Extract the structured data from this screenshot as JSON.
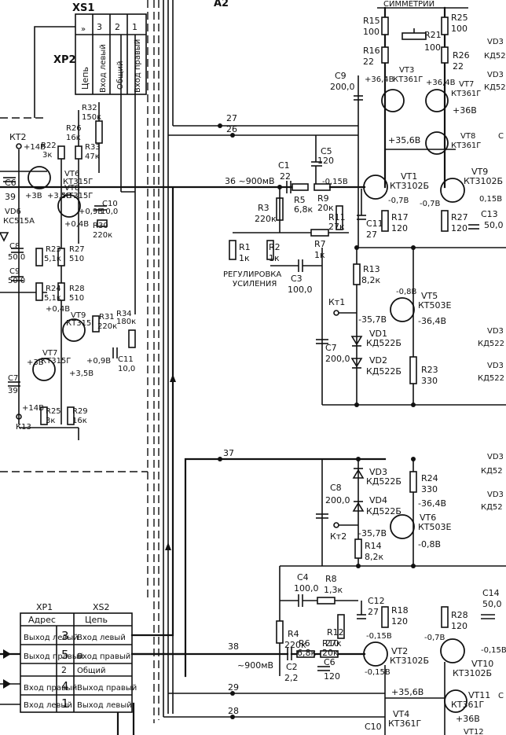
{
  "connectors": {
    "xs1_title": "XS1",
    "xp2_title": "XP2",
    "xs1_cols": [
      "Цепь",
      "Вход левый",
      "Общий",
      "Вход правый"
    ],
    "xs1_pins": [
      "3",
      "2",
      "1"
    ],
    "xp1_title": "XP1",
    "xs2_title": "XS2",
    "xp1_header_left": "Адрес",
    "xp1_header_right": "Цепь",
    "xp1_rows": [
      {
        "left": "Выход левый",
        "pin": "3",
        "right": "Вход левый"
      },
      {
        "left": "Выход правый",
        "pin": "5",
        "right": "Вход правый"
      },
      {
        "left": "",
        "pin": "2",
        "right": "Общий"
      },
      {
        "left": "Вход правый",
        "pin": "4",
        "right": "Выход правый"
      },
      {
        "left": "Вход левый",
        "pin": "1",
        "right": "Выход левый"
      }
    ]
  },
  "labels": {
    "board": "A2",
    "symmetry": "СИММЕТРИЙ",
    "gain_control": "РЕГУЛИРОВКА",
    "gain_control_2": "УСИЛЕНИЯ",
    "kt1": "Кт1",
    "kt2": "Кт2",
    "kt2_left": "КТ2",
    "k13": "К13",
    "wire_27": "27",
    "wire_26": "26",
    "wire_36": "36 ~900мВ",
    "wire_37": "37",
    "wire_38": "38",
    "wire_38b": "~900мВ",
    "wire_29": "29",
    "wire_28": "28"
  },
  "components": [
    {
      "ref": "R15",
      "val": "100"
    },
    {
      "ref": "R25",
      "val": "100"
    },
    {
      "ref": "R21",
      "val": "100"
    },
    {
      "ref": "R16",
      "val": "22"
    },
    {
      "ref": "R26",
      "val": "22"
    },
    {
      "ref": "VT3",
      "val": "КТ361Г"
    },
    {
      "ref": "VT7",
      "val": "КТ361Г"
    },
    {
      "ref": "C9",
      "val": "200,0"
    },
    {
      "ref": "VT8",
      "val": "КТ361Г"
    },
    {
      "ref": "C5",
      "val": "120"
    },
    {
      "ref": "C1",
      "val": "22"
    },
    {
      "ref": "R5",
      "val": "6,8к"
    },
    {
      "ref": "R9",
      "val": "20к"
    },
    {
      "ref": "R3",
      "val": "220к"
    },
    {
      "ref": "VT1",
      "val": "КТ3102Б"
    },
    {
      "ref": "VT9",
      "val": "КТ3102Б"
    },
    {
      "ref": "R11",
      "val": "27к"
    },
    {
      "ref": "C11",
      "val": "27"
    },
    {
      "ref": "R17",
      "val": "120"
    },
    {
      "ref": "R27",
      "val": "120"
    },
    {
      "ref": "C13",
      "val": "50,0"
    },
    {
      "ref": "R1",
      "val": "1к"
    },
    {
      "ref": "R2",
      "val": "1к"
    },
    {
      "ref": "R7",
      "val": "1к"
    },
    {
      "ref": "C3",
      "val": "100,0"
    },
    {
      "ref": "R13",
      "val": "8,2к"
    },
    {
      "ref": "VT5",
      "val": "КТ503Е"
    },
    {
      "ref": "VD1",
      "val": "КД522Б"
    },
    {
      "ref": "VD2",
      "val": "КД522Б"
    },
    {
      "ref": "C7",
      "val": "200,0"
    },
    {
      "ref": "R23",
      "val": "330"
    },
    {
      "ref": "R24",
      "val": "330"
    },
    {
      "ref": "VD3",
      "val": "КД522Б"
    },
    {
      "ref": "VD4",
      "val": "КД522Б"
    },
    {
      "ref": "C8",
      "val": "200,0"
    },
    {
      "ref": "VT6",
      "val": "КТ503Е"
    },
    {
      "ref": "R14",
      "val": "8,2к"
    },
    {
      "ref": "C4",
      "val": "100,0"
    },
    {
      "ref": "R8",
      "val": "1,3к"
    },
    {
      "ref": "C12",
      "val": "27"
    },
    {
      "ref": "R4",
      "val": "220к"
    },
    {
      "ref": "R12",
      "val": "27к"
    },
    {
      "ref": "R18",
      "val": "120"
    },
    {
      "ref": "R28",
      "val": "120"
    },
    {
      "ref": "C14",
      "val": "50,0"
    },
    {
      "ref": "R6",
      "val": "6,8к"
    },
    {
      "ref": "R10",
      "val": "20к"
    },
    {
      "ref": "VT2",
      "val": "КТ3102Б"
    },
    {
      "ref": "VT10",
      "val": "КТ3102Б"
    },
    {
      "ref": "C2",
      "val": "2,2"
    },
    {
      "ref": "C6",
      "val": "120"
    },
    {
      "ref": "VT11",
      "val": "КТ361Г"
    },
    {
      "ref": "VT4",
      "val": "КТ361Г"
    },
    {
      "ref": "C10",
      "val": ""
    },
    {
      "ref": "R32",
      "val": "150к"
    },
    {
      "ref": "R26",
      "val": "16к"
    },
    {
      "ref": "R22",
      "val": "3к"
    },
    {
      "ref": "R33",
      "val": "47к"
    },
    {
      "ref": "VT6",
      "val": "КТ315Г"
    },
    {
      "ref": "VT8",
      "val": "КТ315Г"
    },
    {
      "ref": "C6",
      "val": "39"
    },
    {
      "ref": "C10",
      "val": "10,0"
    },
    {
      "ref": "R30",
      "val": "220к"
    },
    {
      "ref": "VD6",
      "val": "КС515А"
    },
    {
      "ref": "R23",
      "val": "5,1к"
    },
    {
      "ref": "R27",
      "val": "510"
    },
    {
      "ref": "C8",
      "val": "50,0"
    },
    {
      "ref": "C9",
      "val": "50,0"
    },
    {
      "ref": "R24",
      "val": "5,1к"
    },
    {
      "ref": "R28",
      "val": "510"
    },
    {
      "ref": "VT9",
      "val": "КТ315Г"
    },
    {
      "ref": "R31",
      "val": "220к"
    },
    {
      "ref": "R34",
      "val": "180к"
    },
    {
      "ref": "VT7",
      "val": "КТ315Г"
    },
    {
      "ref": "C11",
      "val": "10,0"
    },
    {
      "ref": "C7",
      "val": "39"
    },
    {
      "ref": "R25",
      "val": "3к"
    },
    {
      "ref": "R29",
      "val": "16к"
    }
  ],
  "voltages": {
    "v_364": "+36,4В",
    "v_364b": "+36,4В",
    "v_36": "+36В",
    "v_356": "+35,6В",
    "v_m015": "-0,15В",
    "v_m07a": "-0,7В",
    "v_m07b": "-0,7В",
    "v_015": "0,15В",
    "v_m08": "-0,8В",
    "v_m3578": "-35,7В",
    "v_m364": "-36,4В",
    "v_m364b": "-36,4В",
    "v_m357b": "-35,7В",
    "v_m08b": "-0,8В",
    "v_m015b": "-0,15В",
    "v_m07c": "-0,7В",
    "v_m015c": "-0,15В",
    "v_m015d": "-0,15В",
    "v_356b": "+35,6В",
    "v_36b": "+36В",
    "l_14": "+14В",
    "l_3": "+3В",
    "l_35": "+3,5В",
    "l_04": "+0,4В",
    "l_098": "+0,9В",
    "l_04b": "+0,4В",
    "l_3b": "+3В",
    "l_098b": "+0,9В",
    "l_35b": "+3,5В",
    "l_14b": "+14В"
  },
  "edge": {
    "vd3": "VD3",
    "kd52a": "КД52",
    "vd3b": "VD3",
    "kd52b": "КД52",
    "c_edge": "С",
    "vd3c": "VD3",
    "kd522c": "КД522",
    "vd3d": "VD3",
    "kd522d": "КД522",
    "vd3e": "VD3",
    "kd52e": "КД52",
    "vd3f": "VD3",
    "kd52f": "КД52",
    "c_edge2": "С",
    "vt12": "VT12"
  }
}
